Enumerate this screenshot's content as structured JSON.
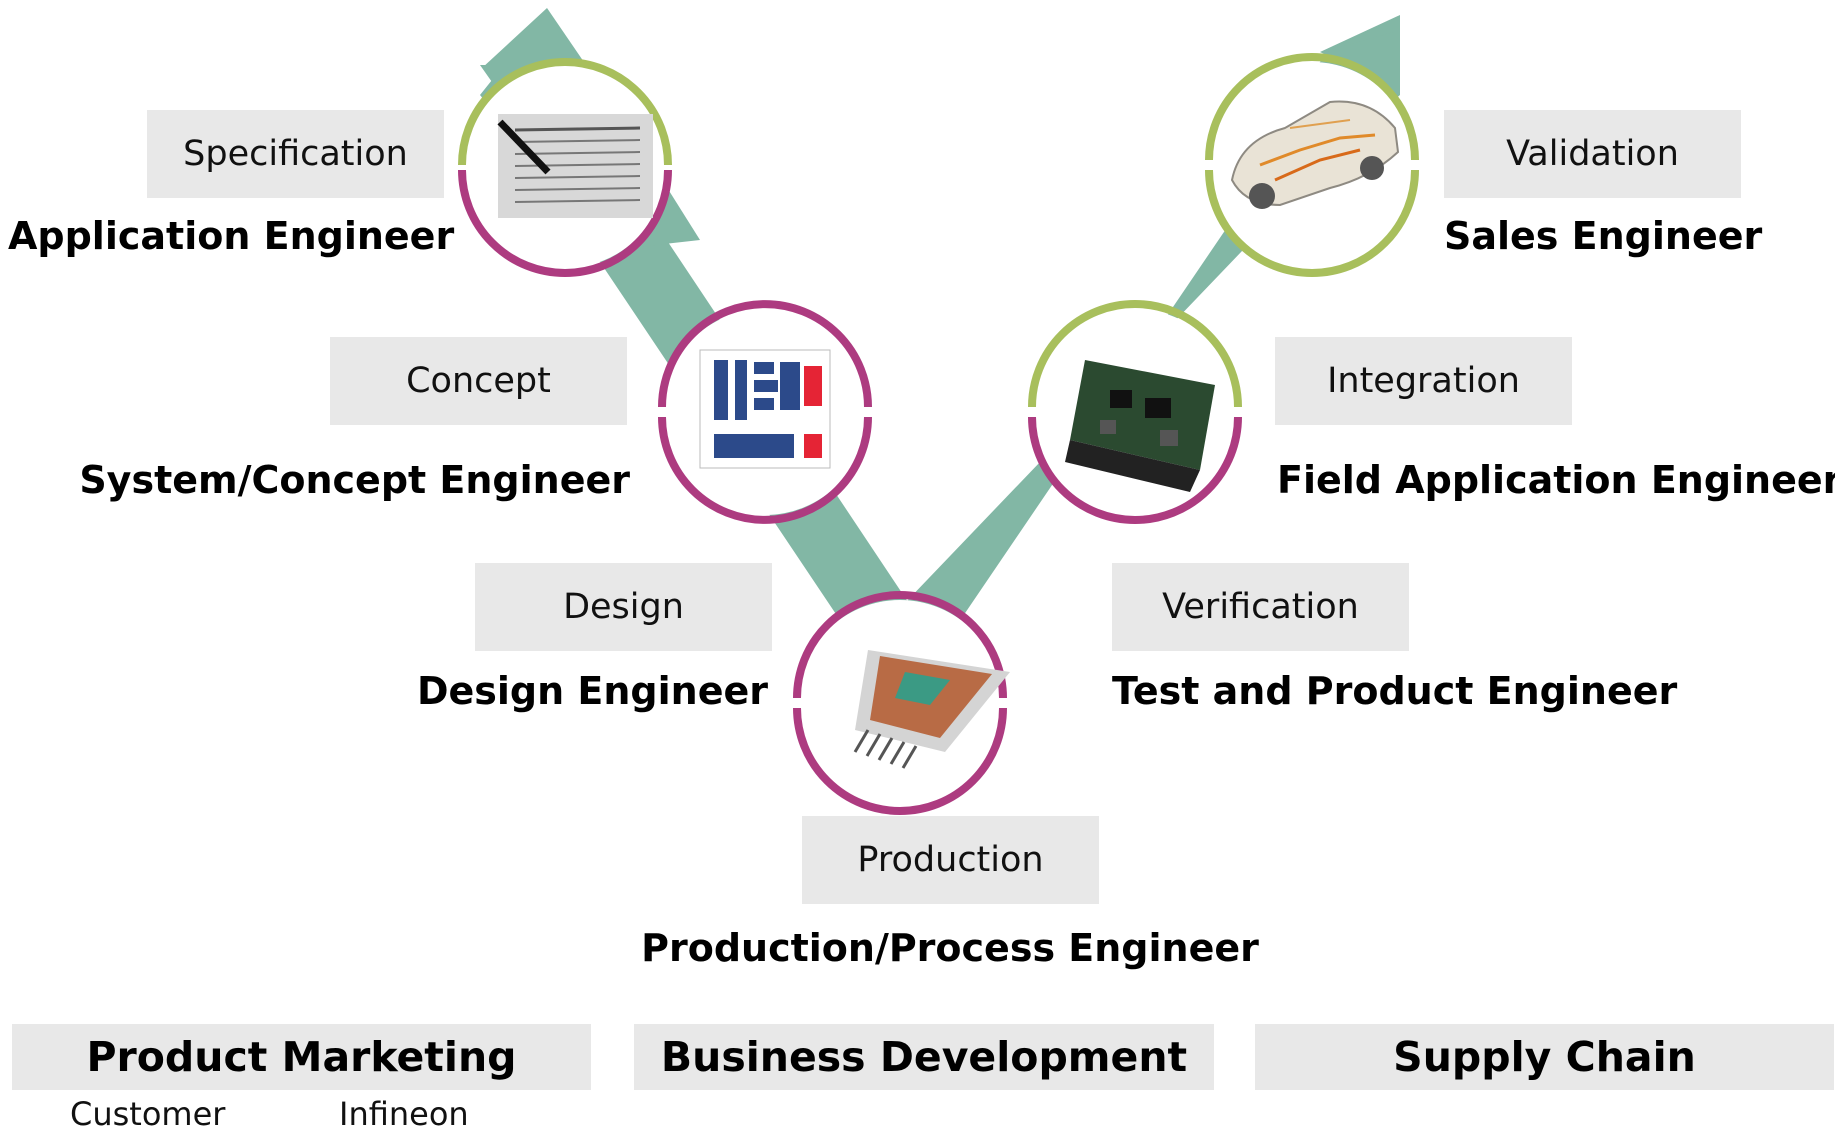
{
  "colors": {
    "arrow": "#82b7a5",
    "ring_customer": "#a8bf5c",
    "ring_infineon": "#ad3b80",
    "label_bg": "#e8e8e8"
  },
  "stages": [
    {
      "stage": "Specification",
      "role": "Application Engineer",
      "image": "document-pen-photo"
    },
    {
      "stage": "Concept",
      "role": "System/Concept Engineer",
      "image": "block-diagram"
    },
    {
      "stage": "Design",
      "role": "Design Engineer",
      "image": "power-module-photo"
    },
    {
      "stage": "Production",
      "role": "Production/Process Engineer",
      "image": "power-module-photo"
    },
    {
      "stage": "Verification",
      "role": "Test and Product Engineer",
      "image": "power-module-photo"
    },
    {
      "stage": "Integration",
      "role": "Field Application Engineer",
      "image": "ecu-board-photo"
    },
    {
      "stage": "Validation",
      "role": "Sales Engineer",
      "image": "car-xray-photo"
    }
  ],
  "functions": [
    "Product Marketing",
    "Business Development",
    "Supply Chain"
  ],
  "legend": {
    "customer": "Customer",
    "infineon": "Infineon"
  }
}
